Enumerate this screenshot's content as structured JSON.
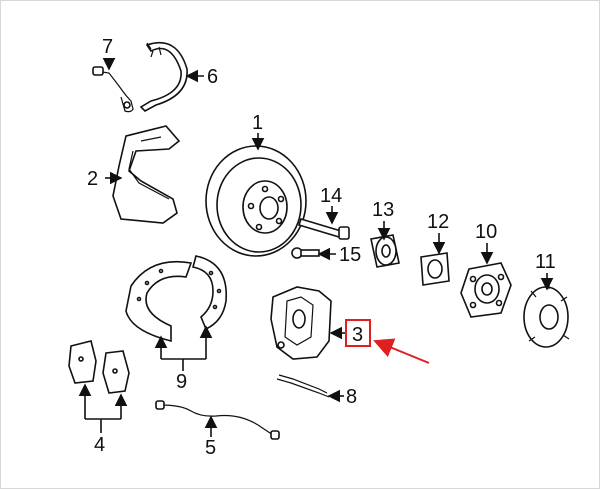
{
  "diagram": {
    "callouts": {
      "c1": "1",
      "c2": "2",
      "c3": "3",
      "c4": "4",
      "c5": "5",
      "c6": "6",
      "c7": "7",
      "c8": "8",
      "c9": "9",
      "c10": "10",
      "c11": "11",
      "c12": "12",
      "c13": "13",
      "c14": "14",
      "c15": "15"
    },
    "highlight_color": "#e02020",
    "line_color": "#111111"
  }
}
